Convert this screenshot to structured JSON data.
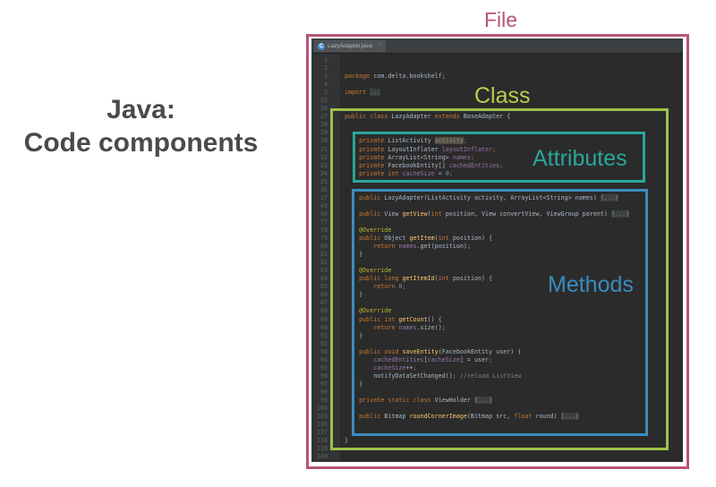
{
  "heading": {
    "line1": "Java:",
    "line2": "Code components"
  },
  "labels": {
    "file": "File",
    "class": "Class",
    "attributes": "Attributes",
    "methods": "Methods"
  },
  "colors": {
    "file": "#b5557a",
    "class": "#9cc34a",
    "attributes": "#2aa59a",
    "methods": "#3a8dbf"
  },
  "editor": {
    "tab": {
      "icon": "C",
      "name": "LazyAdapter.java",
      "close": "×"
    },
    "lines": [
      {
        "n": "1",
        "t": []
      },
      {
        "n": "2",
        "t": []
      },
      {
        "n": "3",
        "t": [
          [
            "k",
            "package "
          ],
          [
            "",
            "com.delta.bookshelf;"
          ]
        ]
      },
      {
        "n": "4",
        "t": []
      },
      {
        "n": "5",
        "t": [
          [
            "k",
            "import "
          ],
          [
            "fold",
            "..."
          ]
        ]
      },
      {
        "n": "25",
        "t": []
      },
      {
        "n": "26",
        "t": []
      },
      {
        "n": "27",
        "t": [
          [
            "k",
            "public class "
          ],
          [
            "",
            "LazyAdapter "
          ],
          [
            "k",
            "extends "
          ],
          [
            "",
            "BaseAdapter {"
          ]
        ]
      },
      {
        "n": "28",
        "t": []
      },
      {
        "n": "29",
        "t": []
      },
      {
        "n": "30",
        "t": [
          [
            "",
            "    "
          ],
          [
            "k",
            "private "
          ],
          [
            "",
            "ListActivity "
          ],
          [
            "hl",
            "activity"
          ],
          [
            "k",
            ";"
          ]
        ]
      },
      {
        "n": "31",
        "t": [
          [
            "",
            "    "
          ],
          [
            "k",
            "private "
          ],
          [
            "",
            "LayoutInflater "
          ],
          [
            "fld",
            "layoutInflater"
          ],
          [
            "k",
            ";"
          ]
        ]
      },
      {
        "n": "32",
        "t": [
          [
            "",
            "    "
          ],
          [
            "k",
            "private "
          ],
          [
            "",
            "ArrayList<String> "
          ],
          [
            "fld",
            "names"
          ],
          [
            "k",
            ";"
          ]
        ]
      },
      {
        "n": "33",
        "t": [
          [
            "",
            "    "
          ],
          [
            "k",
            "private "
          ],
          [
            "",
            "FacebookEntity[] "
          ],
          [
            "fld",
            "cachedEntities"
          ],
          [
            "k",
            ";"
          ]
        ]
      },
      {
        "n": "34",
        "t": [
          [
            "",
            "    "
          ],
          [
            "k",
            "private int "
          ],
          [
            "fld",
            "cacheSize"
          ],
          [
            "",
            " = "
          ],
          [
            "n",
            "0"
          ],
          [
            "k",
            ";"
          ]
        ]
      },
      {
        "n": "35",
        "t": []
      },
      {
        "n": "36",
        "t": []
      },
      {
        "n": "37",
        "t": [
          [
            "",
            "    "
          ],
          [
            "k",
            "public "
          ],
          [
            "",
            "LazyAdapter(ListActivity activity, ArrayList<String> names) "
          ],
          [
            "fold",
            "{...}"
          ]
        ]
      },
      {
        "n": "45",
        "t": []
      },
      {
        "n": "46",
        "t": [
          [
            "",
            "    "
          ],
          [
            "k",
            "public "
          ],
          [
            "",
            "View "
          ],
          [
            "f",
            "getView"
          ],
          [
            "",
            "("
          ],
          [
            "k",
            "int "
          ],
          [
            "",
            "position, View convertView, ViewGroup parent) "
          ],
          [
            "fold",
            "{...}"
          ]
        ]
      },
      {
        "n": "77",
        "t": []
      },
      {
        "n": "78",
        "t": [
          [
            "",
            "    "
          ],
          [
            "a",
            "@Override"
          ]
        ]
      },
      {
        "n": "79",
        "t": [
          [
            "",
            "    "
          ],
          [
            "k",
            "public "
          ],
          [
            "",
            "Object "
          ],
          [
            "f",
            "getItem"
          ],
          [
            "",
            "("
          ],
          [
            "k",
            "int "
          ],
          [
            "",
            "position) {"
          ]
        ]
      },
      {
        "n": "80",
        "t": [
          [
            "",
            "        "
          ],
          [
            "k",
            "return "
          ],
          [
            "fld",
            "names"
          ],
          [
            "",
            ".get(position);"
          ]
        ]
      },
      {
        "n": "81",
        "t": [
          [
            "",
            "    }"
          ]
        ]
      },
      {
        "n": "82",
        "t": []
      },
      {
        "n": "83",
        "t": [
          [
            "",
            "    "
          ],
          [
            "a",
            "@Override"
          ]
        ]
      },
      {
        "n": "84",
        "t": [
          [
            "",
            "    "
          ],
          [
            "k",
            "public long "
          ],
          [
            "f",
            "getItemId"
          ],
          [
            "",
            "("
          ],
          [
            "k",
            "int "
          ],
          [
            "",
            "position) {"
          ]
        ]
      },
      {
        "n": "85",
        "t": [
          [
            "",
            "        "
          ],
          [
            "k",
            "return "
          ],
          [
            "n",
            "0"
          ],
          [
            "k",
            ";"
          ]
        ]
      },
      {
        "n": "86",
        "t": [
          [
            "",
            "    }"
          ]
        ]
      },
      {
        "n": "87",
        "t": []
      },
      {
        "n": "88",
        "t": [
          [
            "",
            "    "
          ],
          [
            "a",
            "@Override"
          ]
        ]
      },
      {
        "n": "89",
        "t": [
          [
            "",
            "    "
          ],
          [
            "k",
            "public int "
          ],
          [
            "f",
            "getCount"
          ],
          [
            "",
            "() {"
          ]
        ]
      },
      {
        "n": "90",
        "t": [
          [
            "",
            "        "
          ],
          [
            "k",
            "return "
          ],
          [
            "fld",
            "names"
          ],
          [
            "",
            ".size();"
          ]
        ]
      },
      {
        "n": "91",
        "t": [
          [
            "",
            "    }"
          ]
        ]
      },
      {
        "n": "92",
        "t": []
      },
      {
        "n": "93",
        "t": [
          [
            "",
            "    "
          ],
          [
            "k",
            "public void "
          ],
          [
            "f",
            "saveEntity"
          ],
          [
            "",
            "(FacebookEntity user) {"
          ]
        ]
      },
      {
        "n": "94",
        "t": [
          [
            "",
            "        "
          ],
          [
            "fld",
            "cachedEntities"
          ],
          [
            "",
            "["
          ],
          [
            "fld",
            "cacheSize"
          ],
          [
            "",
            "] = user"
          ],
          [
            "k",
            ";"
          ]
        ]
      },
      {
        "n": "95",
        "t": [
          [
            "",
            "        "
          ],
          [
            "fld",
            "cacheSize"
          ],
          [
            "",
            "++"
          ],
          [
            "k",
            ";"
          ]
        ]
      },
      {
        "n": "96",
        "t": [
          [
            "",
            "        notifyDataSetChanged()"
          ],
          [
            "k",
            "; "
          ],
          [
            "c",
            "//reload ListView"
          ]
        ]
      },
      {
        "n": "97",
        "t": [
          [
            "",
            "    }"
          ]
        ]
      },
      {
        "n": "98",
        "t": []
      },
      {
        "n": "99",
        "t": [
          [
            "",
            "    "
          ],
          [
            "k",
            "private static class "
          ],
          [
            "",
            "ViewHolder "
          ],
          [
            "fold",
            "{...}"
          ]
        ]
      },
      {
        "n": "104",
        "t": []
      },
      {
        "n": "105",
        "t": [
          [
            "",
            "    "
          ],
          [
            "k",
            "public "
          ],
          [
            "",
            "Bitmap "
          ],
          [
            "f",
            "roundCornerImage"
          ],
          [
            "",
            "(Bitmap src, "
          ],
          [
            "k",
            "float "
          ],
          [
            "",
            "round) "
          ],
          [
            "fold",
            "{...}"
          ]
        ]
      },
      {
        "n": "136",
        "t": []
      },
      {
        "n": "137",
        "t": []
      },
      {
        "n": "138",
        "t": [
          [
            "",
            "}"
          ]
        ]
      },
      {
        "n": "139",
        "t": []
      },
      {
        "n": "140",
        "t": []
      }
    ]
  }
}
